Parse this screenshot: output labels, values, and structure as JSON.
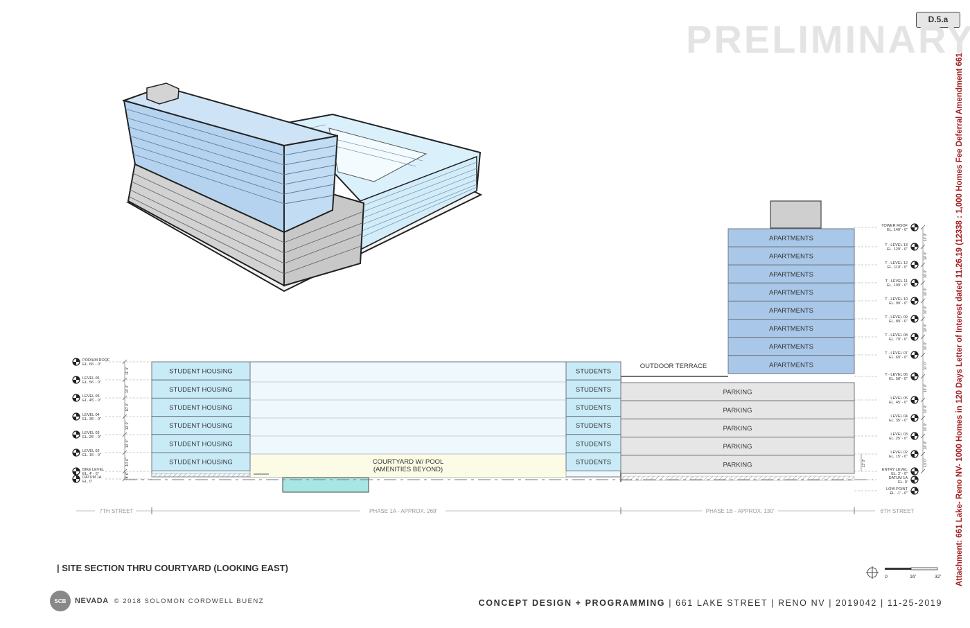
{
  "sheet_id": "D.5.a",
  "watermark": "PRELIMINARY",
  "attachment_note": "Attachment: 661 Lake- Reno NV- 1000 Homes in 120 Days Letter of Interest dated 11.26.19 (12338 : 1,000 Homes Fee Deferral Amendment 661",
  "section_title": "| SITE SECTION THRU COURTYARD (LOOKING EAST)",
  "left_stack": [
    "STUDENT HOUSING",
    "STUDENT HOUSING",
    "STUDENT HOUSING",
    "STUDENT HOUSING",
    "STUDENT HOUSING",
    "STUDENT HOUSING"
  ],
  "right_podium_stack": [
    "STUDENTS",
    "STUDENTS",
    "STUDENTS",
    "STUDENTS",
    "STUDENTS",
    "STUDENTS"
  ],
  "courtyard_label": [
    "COURTYARD W/ POOL",
    "(AMENITIES BEYOND)"
  ],
  "outdoor_terrace": "OUTDOOR TERRACE",
  "parking_stack": [
    "PARKING",
    "PARKING",
    "PARKING",
    "PARKING",
    "PARKING"
  ],
  "tower_stack": [
    "APARTMENTS",
    "APARTMENTS",
    "APARTMENTS",
    "APARTMENTS",
    "APARTMENTS",
    "APARTMENTS",
    "APARTMENTS",
    "APARTMENTS"
  ],
  "left_levels": [
    {
      "name": "PODIUM ROOF",
      "el": "EL. 66' - 0\""
    },
    {
      "name": "LEVEL 06",
      "el": "EL. 56' - 0\""
    },
    {
      "name": "LEVEL 05",
      "el": "EL. 45' - 0\""
    },
    {
      "name": "LEVEL 04",
      "el": "EL. 35' - 0\""
    },
    {
      "name": "LEVEL 03",
      "el": "EL. 25' - 0\""
    },
    {
      "name": "LEVEL 02",
      "el": "EL. 15' - 0\""
    },
    {
      "name": "BIKE LEVEL",
      "el": "EL. 4' - 6\""
    },
    {
      "name": "DATUM 1A",
      "el": "EL. 0'"
    }
  ],
  "right_levels": [
    {
      "name": "TOWER ROOF",
      "el": "EL. 140' - 0\""
    },
    {
      "name": "T - LEVEL 13",
      "el": "EL. 129' - 0\""
    },
    {
      "name": "T - LEVEL 12",
      "el": "EL. 119' - 0\""
    },
    {
      "name": "T - LEVEL 11",
      "el": "EL. 109' - 0\""
    },
    {
      "name": "T - LEVEL 10",
      "el": "EL. 99' - 0\""
    },
    {
      "name": "T - LEVEL 09",
      "el": "EL. 89' - 0\""
    },
    {
      "name": "T - LEVEL 08",
      "el": "EL. 79' - 0\""
    },
    {
      "name": "T - LEVEL 07",
      "el": "EL. 69' - 0\""
    },
    {
      "name": "T - LEVEL 06",
      "el": "EL. 58' - 0\""
    },
    {
      "name": "LEVEL 05",
      "el": "EL. 45' - 0\""
    },
    {
      "name": "LEVEL 04",
      "el": "EL. 35' - 0\""
    },
    {
      "name": "LEVEL 03",
      "el": "EL. 25' - 0\""
    },
    {
      "name": "LEVEL 02",
      "el": "EL. 15' - 0\""
    },
    {
      "name": "ENTRY LEVEL",
      "el": "EL. 2' - 0\""
    },
    {
      "name": "DATUM 1A",
      "el": "EL. 0'"
    },
    {
      "name": "LOW POINT",
      "el": "EL. -1' - 0\""
    }
  ],
  "left_dims": [
    "11' 0\"",
    "10' 0\"",
    "10' 0\"",
    "10' 0\"",
    "10' 0\"",
    "10' 6\"",
    "4' 6\""
  ],
  "right_dims": [
    "11' 0\"",
    "10' 0\"",
    "10' 0\"",
    "10' 0\"",
    "10' 0\"",
    "10' 0\"",
    "10' 0\"",
    "11' 0\"",
    "13' 0\"",
    "10' 0\"",
    "10' 0\"",
    "10' 0\"",
    "13' 0\""
  ],
  "extra_dim": "13' 0\"",
  "dimension_labels": {
    "left": "7TH STREET",
    "phase_1a": "PHASE 1A - APPROX. 269'",
    "phase_1b": "PHASE 1B - APPROX. 130'",
    "right": "6TH STREET"
  },
  "scale_bar": [
    "0",
    "16'",
    "32'"
  ],
  "footer": {
    "logo": "SCB",
    "region": "NEVADA",
    "copyright": "© 2018 SOLOMON CORDWELL BUENZ",
    "project_bold": "CONCEPT DESIGN + PROGRAMMING",
    "project_rest": " | 661 LAKE STREET | RENO NV | 2019042 | 11-25-2019"
  },
  "colors": {
    "tower_blue": "#a9c7e8",
    "housing_blue": "#c9ebf7",
    "courtyard_pale": "#eef8fd",
    "pool_yellow": "#fbfbe6",
    "pool": "#a8e6e3",
    "parking_gray": "#e6e6e6",
    "outline": "#6d7580"
  }
}
